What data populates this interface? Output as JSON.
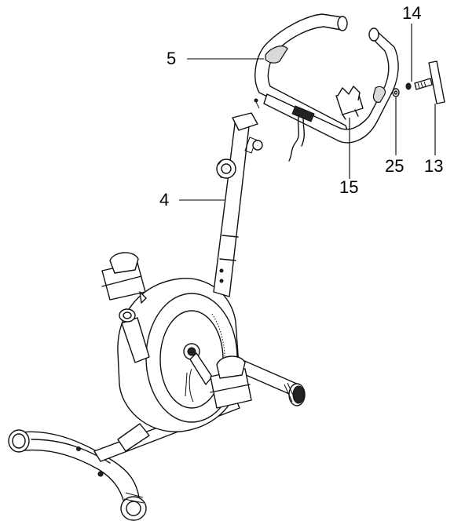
{
  "callouts": [
    {
      "id": "5",
      "text": "5"
    },
    {
      "id": "4",
      "text": "4"
    },
    {
      "id": "14",
      "text": "14"
    },
    {
      "id": "15",
      "text": "15"
    },
    {
      "id": "25",
      "text": "25"
    },
    {
      "id": "13",
      "text": "13"
    }
  ],
  "colors": {
    "line": "#111111",
    "background": "#ffffff",
    "shade": "#d9d9d9"
  }
}
